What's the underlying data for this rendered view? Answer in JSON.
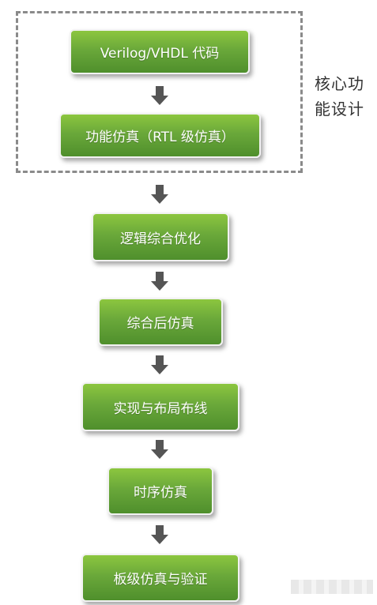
{
  "group": {
    "label": "核心功能设计"
  },
  "steps": [
    {
      "label": "Verilog/VHDL 代码"
    },
    {
      "label": "功能仿真（RTL 级仿真）"
    },
    {
      "label": "逻辑综合优化"
    },
    {
      "label": "综合后仿真"
    },
    {
      "label": "实现与布局布线"
    },
    {
      "label": "时序仿真"
    },
    {
      "label": "板级仿真与验证"
    }
  ],
  "colors": {
    "box_top": "#8cc63f",
    "box_bottom": "#4f8f2c",
    "arrow": "#555555",
    "dashed_border": "#8a8a8a"
  }
}
